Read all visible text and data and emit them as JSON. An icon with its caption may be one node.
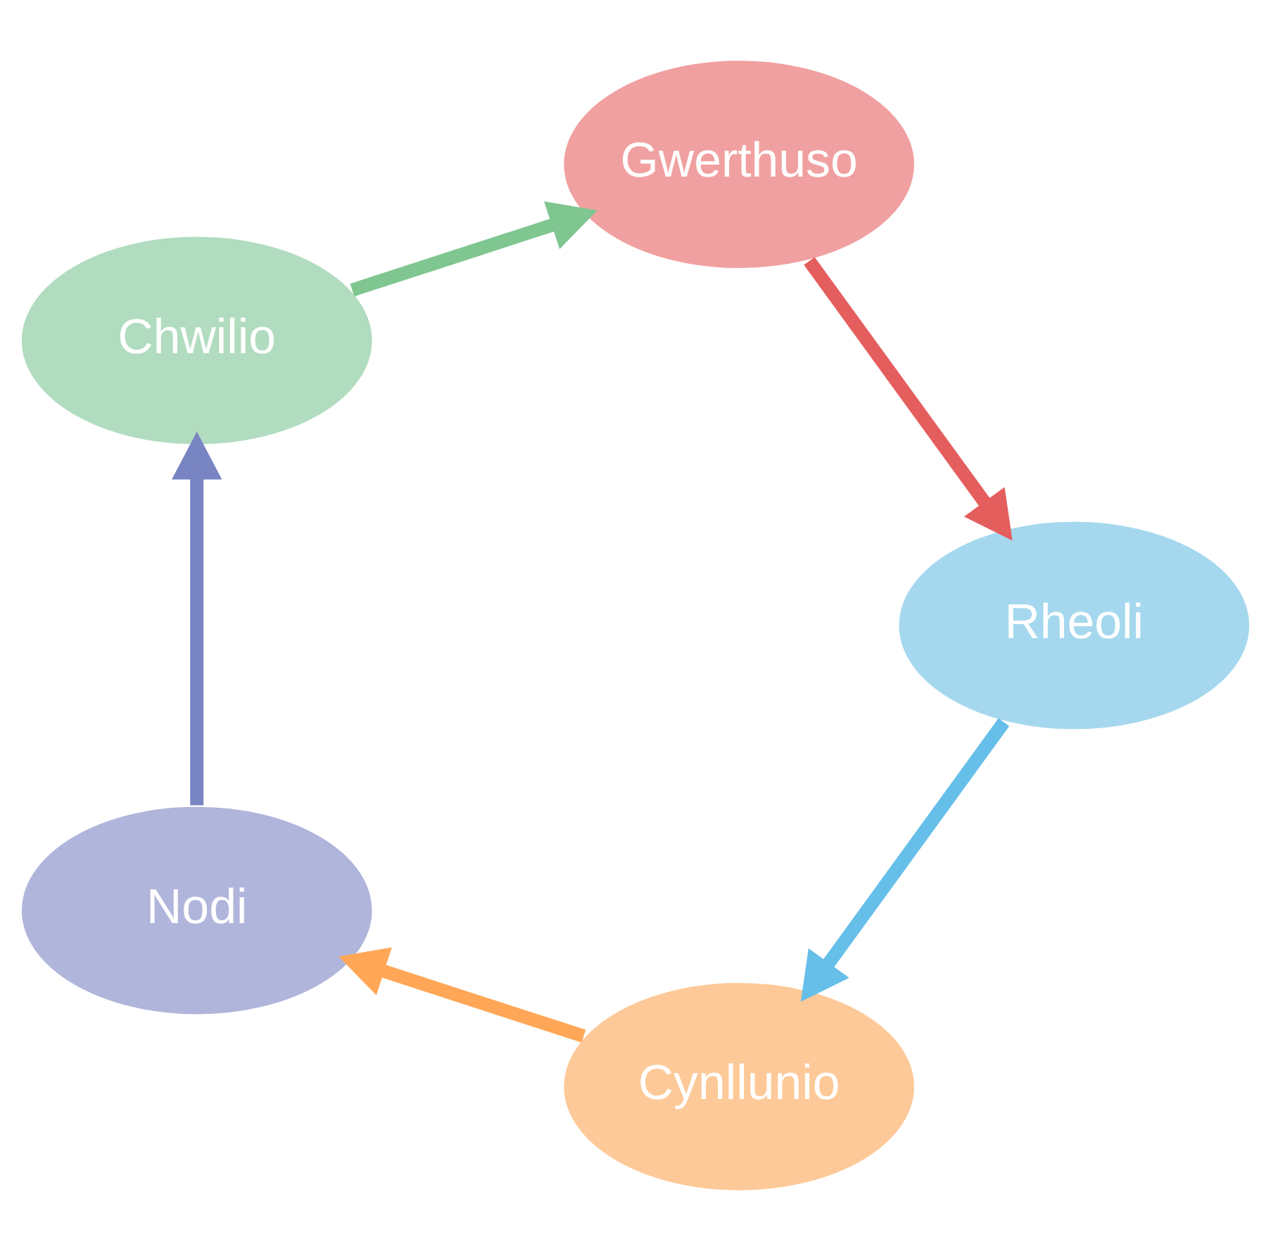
{
  "diagram": {
    "nodes": [
      {
        "text": [
          "Cynllunio"
        ]
      },
      {
        "text": [
          "Nodi"
        ]
      },
      {
        "text": [
          "Chwilio"
        ]
      },
      {
        "text": [
          "Gwerthuso"
        ]
      },
      {
        "text": [
          "Rheoli"
        ]
      }
    ],
    "edges": [
      {
        "from": 0,
        "to": 1,
        "arrow": "to",
        "color": "#ffa757"
      },
      {
        "from": 1,
        "to": 2,
        "arrow": "to",
        "color": "#7985c2"
      },
      {
        "from": 2,
        "to": 3,
        "arrow": "to",
        "color": "#7fc690"
      },
      {
        "from": 3,
        "to": 4,
        "arrow": "to",
        "color": "#e55e5e"
      },
      {
        "from": 4,
        "to": 0,
        "arrow": "to",
        "color": "#66bfe9"
      }
    ]
  }
}
